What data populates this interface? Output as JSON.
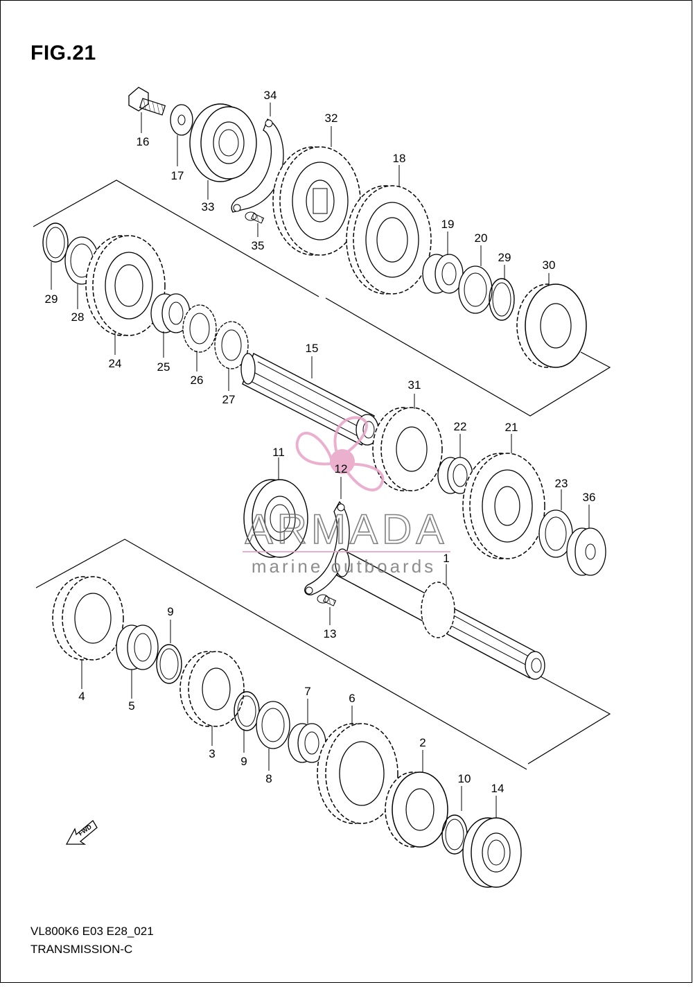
{
  "figure": {
    "title": "FIG.21"
  },
  "footer": {
    "model_code": "VL800K6 E03 E28_021",
    "section_name": "TRANSMISSION-C"
  },
  "watermark": {
    "brand": "ARMADA",
    "tagline": "marine outboards",
    "accent_color": "#e8a3c6",
    "text_color": "#6b6b6b"
  },
  "fwd_arrow": {
    "label": "FWD"
  },
  "callouts": {
    "c1": "1",
    "c2": "2",
    "c3": "3",
    "c4": "4",
    "c5": "5",
    "c6": "6",
    "c7": "7",
    "c8": "8",
    "c9a": "9",
    "c9b": "9",
    "c10": "10",
    "c11": "11",
    "c12": "12",
    "c13": "13",
    "c14": "14",
    "c15": "15",
    "c16": "16",
    "c17": "17",
    "c18": "18",
    "c19": "19",
    "c20": "20",
    "c21": "21",
    "c22": "22",
    "c23": "23",
    "c24": "24",
    "c25": "25",
    "c26": "26",
    "c27": "27",
    "c28": "28",
    "c29a": "29",
    "c29b": "29",
    "c30": "30",
    "c31": "31",
    "c32": "32",
    "c33": "33",
    "c34": "34",
    "c35": "35",
    "c36": "36"
  }
}
